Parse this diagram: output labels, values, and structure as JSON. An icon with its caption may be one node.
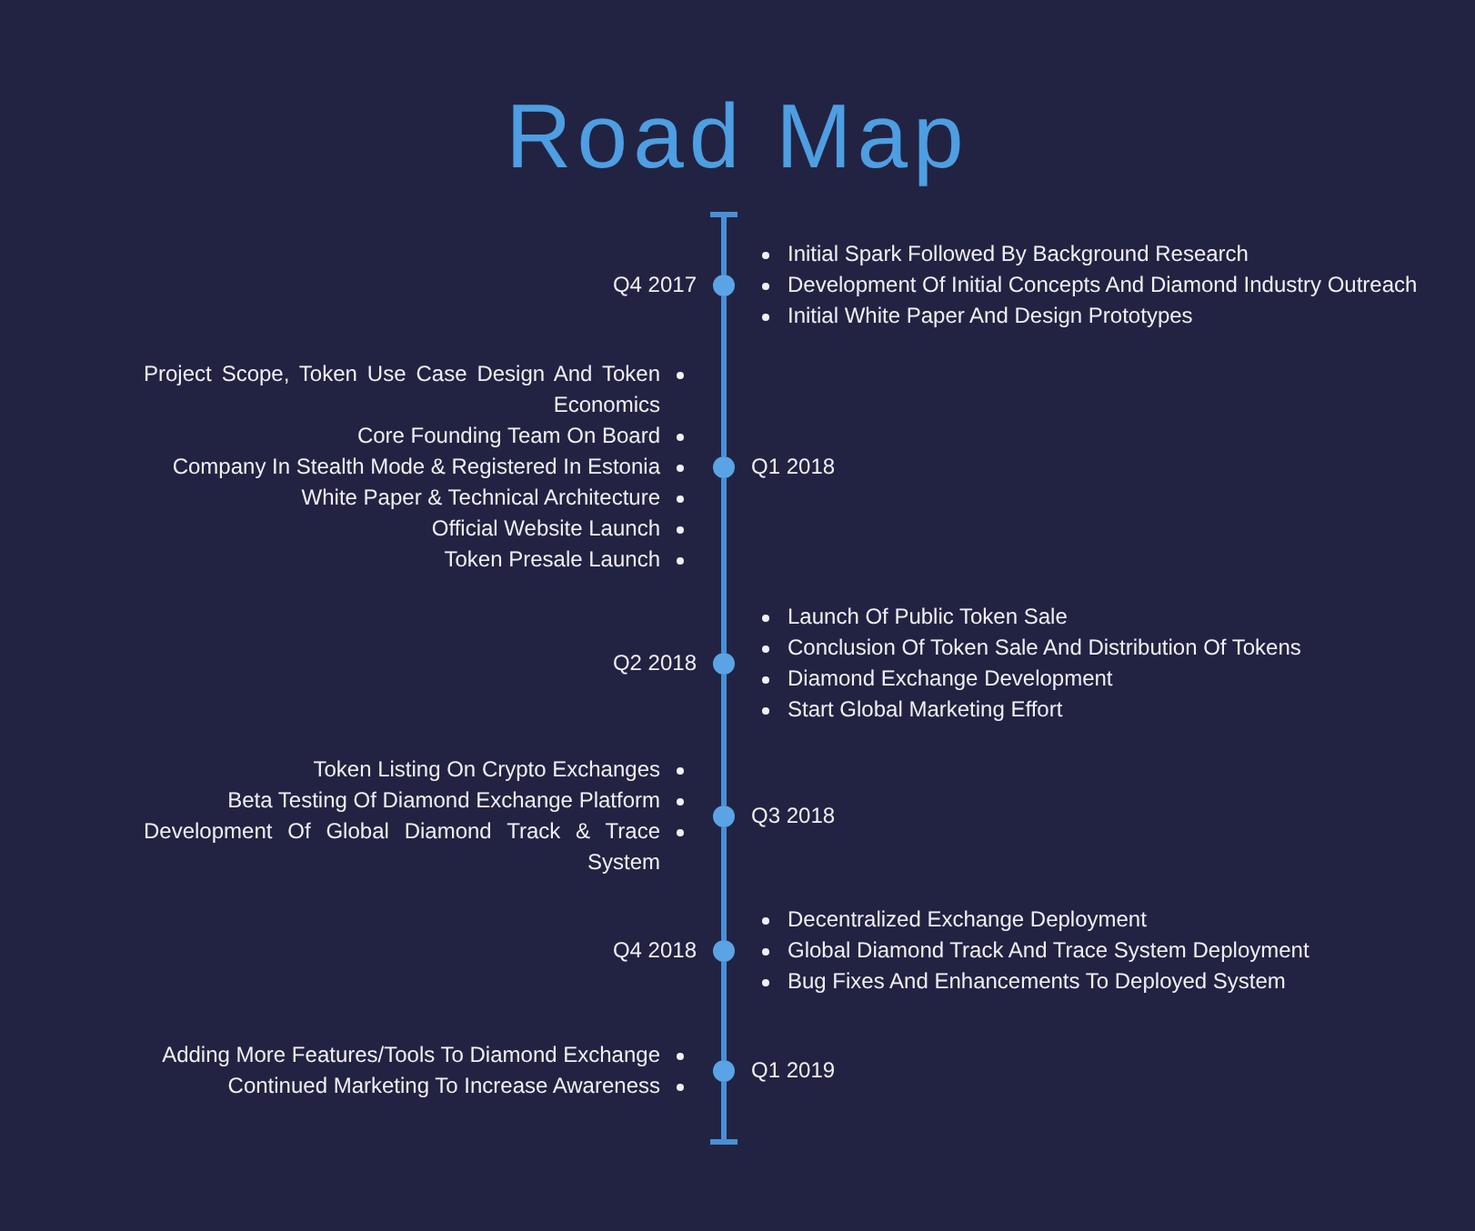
{
  "diagram": {
    "title": "Road Map",
    "nodes": [
      {
        "text": [],
        "shape": "circle",
        "beside": [
          "Q4 2017",
          "Initial Spark Followed By Background Research",
          "Development Of Initial Concepts And Diamond Industry Outreach",
          "Initial White Paper And Design Prototypes"
        ]
      },
      {
        "text": [],
        "shape": "circle",
        "beside": [
          "Q1 2018",
          "Project Scope, Token Use Case Design And Token Economics",
          "Core Founding Team On Board",
          "Company In Stealth Mode & Registered In Estonia",
          "White Paper & Technical Architecture",
          "Official Website Launch",
          "Token Presale Launch"
        ]
      },
      {
        "text": [],
        "shape": "circle",
        "beside": [
          "Q2 2018",
          "Launch Of Public Token Sale",
          "Conclusion Of Token Sale And Distribution Of Tokens",
          "Diamond Exchange Development",
          "Start Global Marketing Effort"
        ]
      },
      {
        "text": [],
        "shape": "circle",
        "beside": [
          "Q3 2018",
          "Token Listing On Crypto Exchanges",
          "Beta Testing Of Diamond Exchange Platform",
          "Development Of Global Diamond Track & Trace System"
        ]
      },
      {
        "text": [],
        "shape": "circle",
        "beside": [
          "Q4 2018",
          "Decentralized Exchange Deployment",
          "Global Diamond Track And Trace System Deployment",
          "Bug Fixes And Enhancements To Deployed System"
        ]
      },
      {
        "text": [],
        "shape": "circle",
        "beside": [
          "Q1 2019",
          "Adding More Features/Tools To Diamond Exchange",
          "Continued Marketing To Increase Awareness"
        ]
      }
    ],
    "edges": [
      {
        "from": 0,
        "to": null,
        "arrow": "other"
      },
      {
        "from": 0,
        "to": 1,
        "arrow": "none"
      },
      {
        "from": 1,
        "to": 2,
        "arrow": "none"
      },
      {
        "from": 2,
        "to": 3,
        "arrow": "none"
      },
      {
        "from": 3,
        "to": 4,
        "arrow": "none"
      },
      {
        "from": 4,
        "to": 5,
        "arrow": "none"
      },
      {
        "from": 5,
        "to": null,
        "arrow": "other"
      }
    ]
  }
}
